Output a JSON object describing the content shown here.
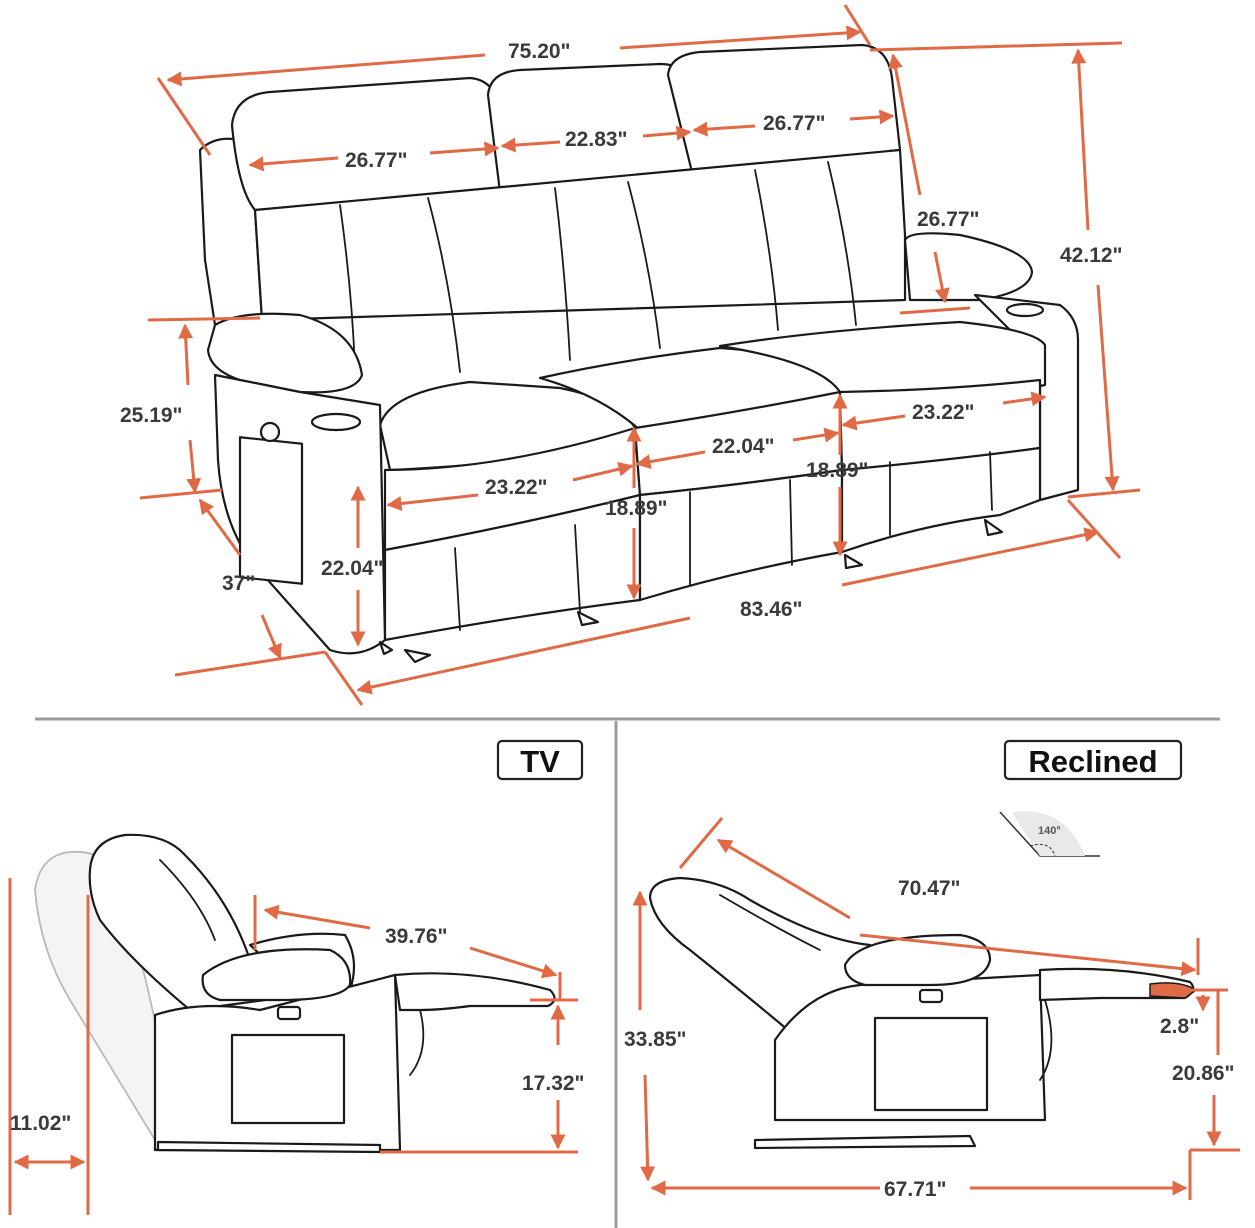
{
  "panels": {
    "tv": {
      "label": "TV"
    },
    "reclined": {
      "label": "Reclined"
    }
  },
  "angle": {
    "label": "140°"
  },
  "dimensions": {
    "overall_width_top": "75.20\"",
    "overall_width_bottom": "83.46\"",
    "headrest_left": "26.77\"",
    "headrest_middle": "22.83\"",
    "headrest_right": "26.77\"",
    "back_side": "26.77\"",
    "height": "42.12\"",
    "arm_height": "25.19\"",
    "depth": "37\"",
    "seat_left": "23.22\"",
    "seat_middle": "22.04\"",
    "seat_right": "23.22\"",
    "seat_depth": "22.04\"",
    "seat_height_left": "18.89\"",
    "seat_height_right": "18.89\"",
    "tv_length": "39.76\"",
    "tv_footrest_height": "17.32\"",
    "tv_wall_clearance": "11.02\"",
    "reclined_length": "70.47\"",
    "reclined_height": "33.85\"",
    "reclined_floor_length": "67.71\"",
    "reclined_footrest_thickness": "2.8\"",
    "reclined_footrest_height": "20.86\""
  }
}
